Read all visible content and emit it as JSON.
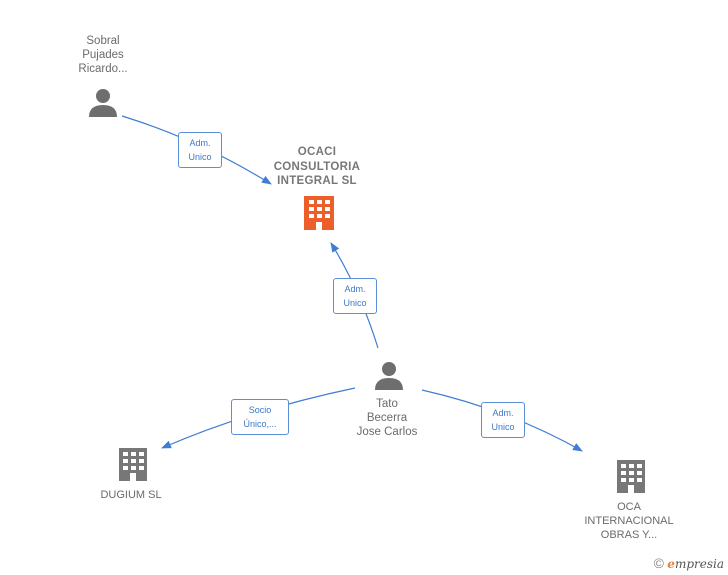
{
  "nodes": {
    "sobral": {
      "lines": [
        "Sobral",
        "Pujades",
        "Ricardo..."
      ]
    },
    "ocaci": {
      "lines": [
        "OCACI",
        "CONSULTORIA",
        "INTEGRAL SL"
      ]
    },
    "tato": {
      "lines": [
        "Tato",
        "Becerra",
        "Jose Carlos"
      ]
    },
    "dugium": {
      "lines": [
        "DUGIUM SL"
      ]
    },
    "oca": {
      "lines": [
        "OCA",
        "INTERNACIONAL",
        "OBRAS Y..."
      ]
    }
  },
  "relations": {
    "sobral_ocaci": [
      "Adm.",
      "Unico"
    ],
    "tato_ocaci": [
      "Adm.",
      "Unico"
    ],
    "tato_dugium": [
      "Socio",
      "Único,..."
    ],
    "tato_oca": [
      "Adm.",
      "Unico"
    ]
  },
  "colors": {
    "edge": "#3f7ed3",
    "person": "#6e6e6e",
    "company_main": "#ec5f2b",
    "company": "#777777"
  },
  "footer": {
    "copyright_symbol": "©",
    "brand_initial": "e",
    "brand_rest": "mpresia"
  }
}
